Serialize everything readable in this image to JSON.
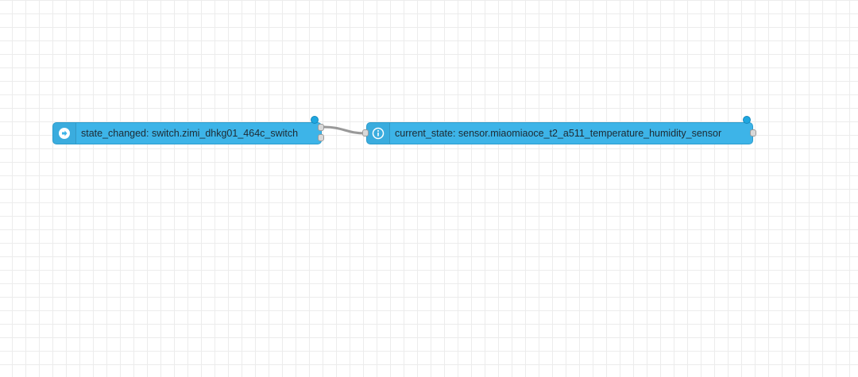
{
  "flow": {
    "nodes": [
      {
        "id": "node-1",
        "label": "state_changed: switch.zimi_dhkg01_464c_switch",
        "icon": "arrow-right-circle-icon",
        "color": "#3db4e8",
        "outputs": 2,
        "status": "connected"
      },
      {
        "id": "node-2",
        "label": "current_state: sensor.miaomiaoce_t2_a511_temperature_humidity_sensor",
        "icon": "info-icon",
        "color": "#3db4e8",
        "outputs": 1,
        "status": "connected"
      }
    ],
    "status_color": "#1fa7e0",
    "wire_color": "#999999"
  }
}
